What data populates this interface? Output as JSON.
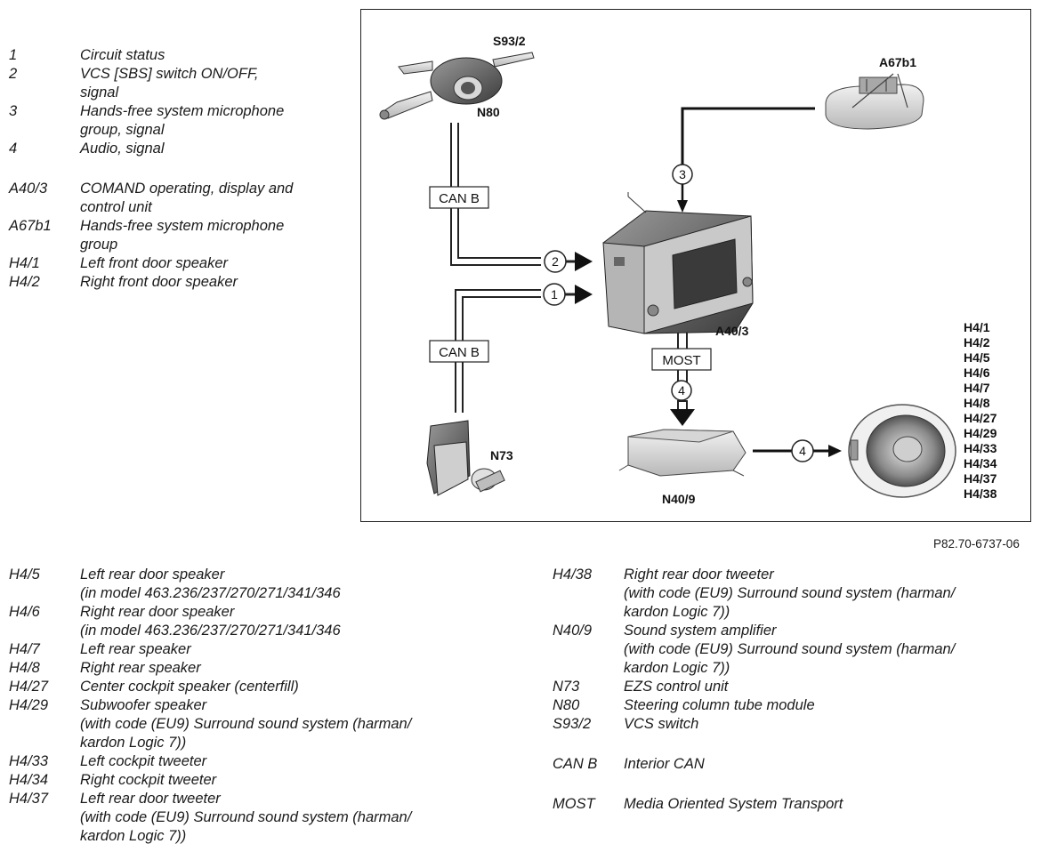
{
  "legend_top": [
    {
      "key": "1",
      "lines": [
        "Circuit status"
      ]
    },
    {
      "key": "2",
      "lines": [
        "VCS [SBS] switch ON/OFF,",
        "signal"
      ]
    },
    {
      "key": "3",
      "lines": [
        "Hands-free system microphone",
        "group, signal"
      ]
    },
    {
      "key": "4",
      "lines": [
        "Audio, signal"
      ]
    },
    {
      "key": "A40/3",
      "lines": [
        "COMAND operating, display and",
        "control unit"
      ]
    },
    {
      "key": "A67b1",
      "lines": [
        "Hands-free system microphone",
        "group"
      ]
    },
    {
      "key": "H4/1",
      "lines": [
        "Left front door speaker"
      ]
    },
    {
      "key": "H4/2",
      "lines": [
        "Right front door speaker"
      ]
    }
  ],
  "legend_left": [
    {
      "key": "H4/5",
      "lines": [
        "Left rear door speaker",
        "(in model 463.236/237/270/271/341/346"
      ]
    },
    {
      "key": "H4/6",
      "lines": [
        "Right rear door speaker",
        "(in model 463.236/237/270/271/341/346"
      ]
    },
    {
      "key": "H4/7",
      "lines": [
        "Left rear speaker"
      ]
    },
    {
      "key": "H4/8",
      "lines": [
        "Right rear speaker"
      ]
    },
    {
      "key": "H4/27",
      "lines": [
        "Center cockpit speaker (centerfill)"
      ]
    },
    {
      "key": "H4/29",
      "lines": [
        "Subwoofer speaker",
        "(with code (EU9) Surround sound system (harman/",
        "kardon Logic 7))"
      ]
    },
    {
      "key": "H4/33",
      "lines": [
        "Left cockpit tweeter"
      ]
    },
    {
      "key": "H4/34",
      "lines": [
        "Right cockpit tweeter"
      ]
    },
    {
      "key": "H4/37",
      "lines": [
        "Left rear door tweeter",
        "(with code (EU9) Surround sound system (harman/",
        "kardon Logic 7))"
      ]
    }
  ],
  "legend_right": [
    {
      "key": "H4/38",
      "lines": [
        "Right rear door tweeter",
        "(with code (EU9) Surround sound system (harman/",
        "kardon Logic 7))"
      ]
    },
    {
      "key": "N40/9",
      "lines": [
        "Sound system amplifier",
        "(with code (EU9) Surround sound system (harman/",
        "kardon Logic 7))"
      ]
    },
    {
      "key": "N73",
      "lines": [
        "EZS control unit"
      ]
    },
    {
      "key": "N80",
      "lines": [
        "Steering column tube module"
      ]
    },
    {
      "key": "S93/2",
      "lines": [
        "VCS switch"
      ]
    },
    {
      "key": "CAN B",
      "lines": [
        "Interior CAN"
      ]
    },
    {
      "key": "MOST",
      "lines": [
        "Media Oriented System Transport"
      ]
    }
  ],
  "diagram": {
    "labels": {
      "s93_2": "S93/2",
      "n80": "N80",
      "a67b1": "A67b1",
      "a40_3": "A40/3",
      "n73": "N73",
      "n40_9": "N40/9"
    },
    "buses": {
      "can_b_upper": "CAN B",
      "can_b_lower": "CAN B",
      "most": "MOST"
    },
    "signals": {
      "sig_1": "1",
      "sig_2": "2",
      "sig_3": "3",
      "sig_4_most": "4",
      "sig_4_speaker": "4"
    },
    "speaker_list": [
      "H4/1",
      "H4/2",
      "H4/5",
      "H4/6",
      "H4/7",
      "H4/8",
      "H4/27",
      "H4/29",
      "H4/33",
      "H4/34",
      "H4/37",
      "H4/38"
    ]
  },
  "figure_ref": "P82.70-6737-06"
}
